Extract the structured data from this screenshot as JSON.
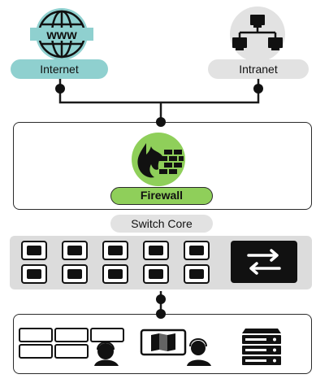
{
  "nodes": {
    "internet": {
      "label": "Internet",
      "pill_color": "#8fd0cf",
      "icon": "globe-www-icon"
    },
    "intranet": {
      "label": "Intranet",
      "pill_color": "#e2e2e2",
      "icon": "network-topology-icon"
    },
    "firewall": {
      "label": "Firewall",
      "pill_color": "#8fcf5a",
      "icon": "firewall-flame-icon"
    },
    "switch_core": {
      "label": "Switch Core",
      "pill_color": "#e2e2e2",
      "icon": "switch-arrows-icon"
    }
  },
  "icons": {
    "globe": "globe-www-icon",
    "www_text": "www",
    "network": "network-topology-icon",
    "chip": "processor-chip-icon",
    "switch": "switch-arrows-icon",
    "grid_support": "windows-headset-icon",
    "map_support": "map-headset-icon",
    "server": "server-rack-icon"
  },
  "colors": {
    "line": "#1a1a1a",
    "panel_gray": "#dcdcdc",
    "green": "#8fcf5a",
    "teal": "#8fd0cf",
    "light_gray": "#e2e2e2",
    "dark_icon": "#111111"
  }
}
